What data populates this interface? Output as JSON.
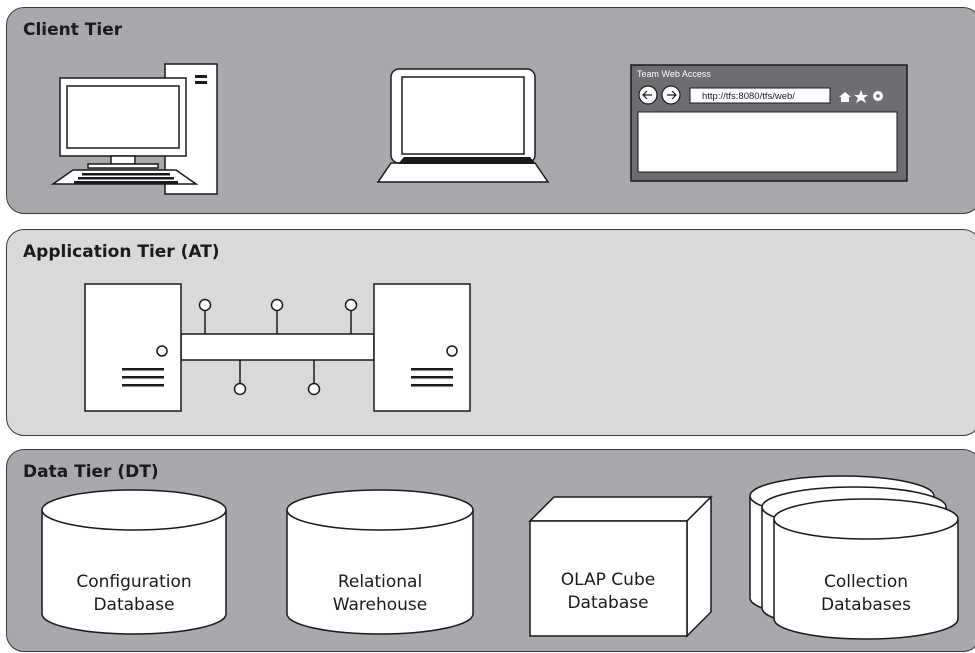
{
  "tiers": {
    "client": {
      "title": "Client Tier"
    },
    "application": {
      "title": "Application Tier (AT)"
    },
    "data": {
      "title": "Data Tier (DT)"
    }
  },
  "browser": {
    "window_title": "Team Web Access",
    "url": "http://tfs:8080/tfs/web/"
  },
  "databases": {
    "configuration": {
      "line1": "Configuration",
      "line2": "Database"
    },
    "warehouse": {
      "line1": "Relational",
      "line2": "Warehouse"
    },
    "olap": {
      "line1": "OLAP Cube",
      "line2": "Database"
    },
    "collection": {
      "line1": "Collection",
      "line2": "Databases"
    }
  },
  "icons": [
    "desktop-computer-icon",
    "laptop-icon",
    "browser-window-icon",
    "server-icon",
    "network-bus-icon",
    "database-cylinder-icon",
    "cube-icon"
  ]
}
